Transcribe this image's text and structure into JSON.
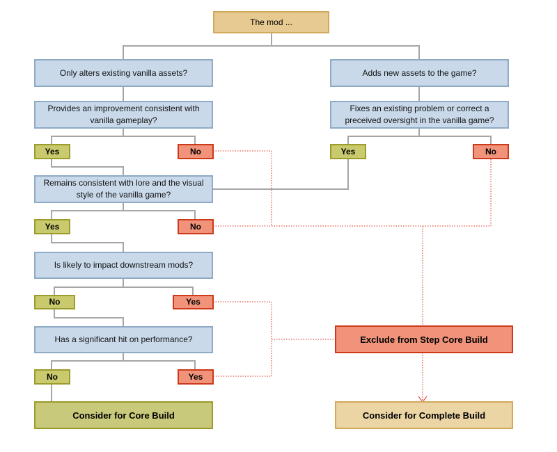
{
  "root": "The mod ...",
  "left": {
    "q1": "Only alters existing vanilla assets?",
    "q2": "Provides an improvement consistent with vanilla gameplay?",
    "q2_yes": "Yes",
    "q2_no": "No",
    "q3": "Remains consistent with lore and the visual style of the vanilla game?",
    "q3_yes": "Yes",
    "q3_no": "No",
    "q4": "Is likely to impact downstream mods?",
    "q4_no": "No",
    "q4_yes": "Yes",
    "q5": "Has a significant hit on performance?",
    "q5_no": "No",
    "q5_yes": "Yes"
  },
  "right": {
    "q1": "Adds new assets to the game?",
    "q2": "Fixes an existing problem or correct a preceived oversight in the vanilla game?",
    "q2_yes": "Yes",
    "q2_no": "No"
  },
  "outcomes": {
    "exclude": "Exclude from Step Core Build",
    "core": "Consider for Core Build",
    "complete": "Consider for Complete Build"
  },
  "colors": {
    "question_fill": "#c9d9ea",
    "question_border": "#8eaac4",
    "yes_fill": "#c9c96e",
    "no_fill": "#f0937a",
    "exclude_fill": "#f0937a",
    "core_fill": "#c9c97c",
    "complete_fill": "#ecd5a5",
    "connector": "#a6a6a6",
    "reject_connector": "#e05a4a"
  }
}
